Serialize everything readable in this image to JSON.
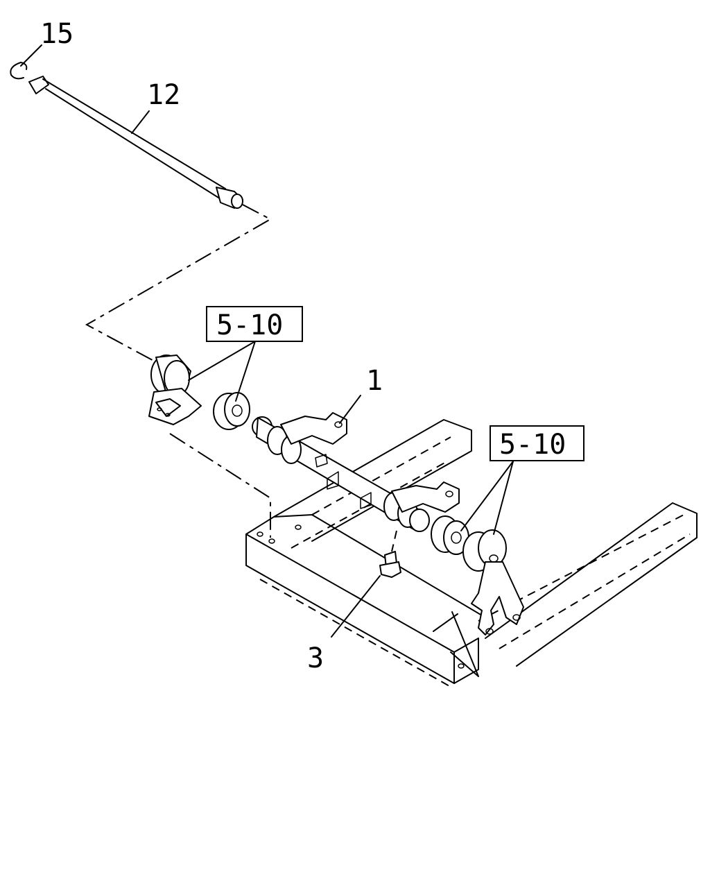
{
  "labels": {
    "part_15": "15",
    "part_12": "12",
    "part_1": "1",
    "part_3": "3",
    "ref_left": "5-10",
    "ref_right": "5-10"
  }
}
